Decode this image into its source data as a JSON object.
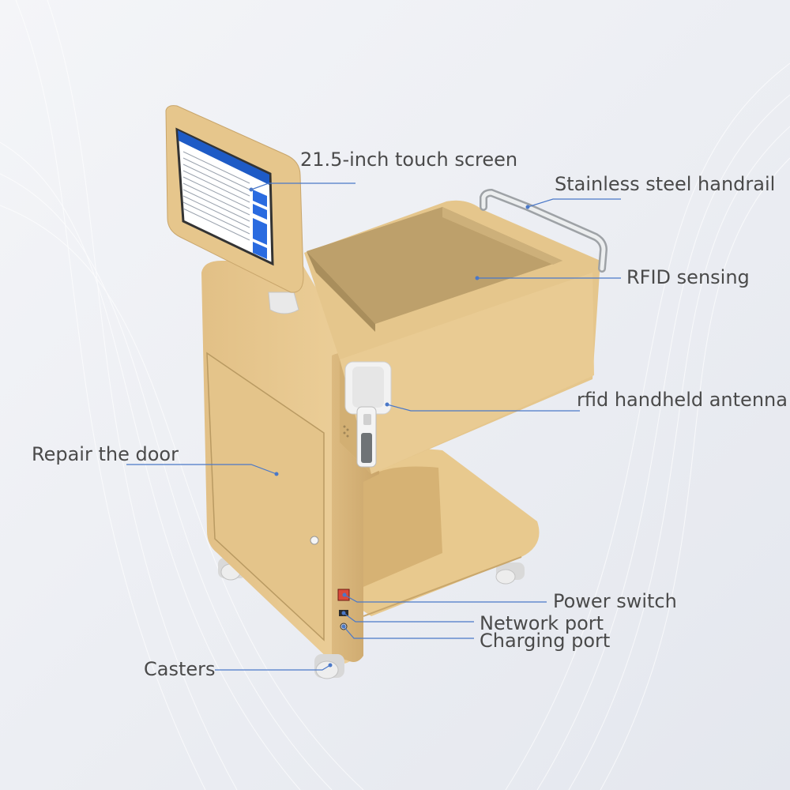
{
  "colors": {
    "background": "#eef0f5",
    "cabinet": "#e7c88f",
    "cabinet_shadow": "#c9a76c",
    "leader_line": "#4a78c8",
    "label_text": "#4a4a4a",
    "screen_ui": "#1e5bc6"
  },
  "labels": {
    "touch_screen": "21.5-inch touch screen",
    "handrail": "Stainless steel handrail",
    "rfid_sensing": "RFID sensing",
    "handheld_antenna": "rfid handheld antenna",
    "repair_door": "Repair the door",
    "power_switch": "Power switch",
    "network_port": "Network port",
    "charging_port": "Charging port",
    "casters": "Casters"
  }
}
